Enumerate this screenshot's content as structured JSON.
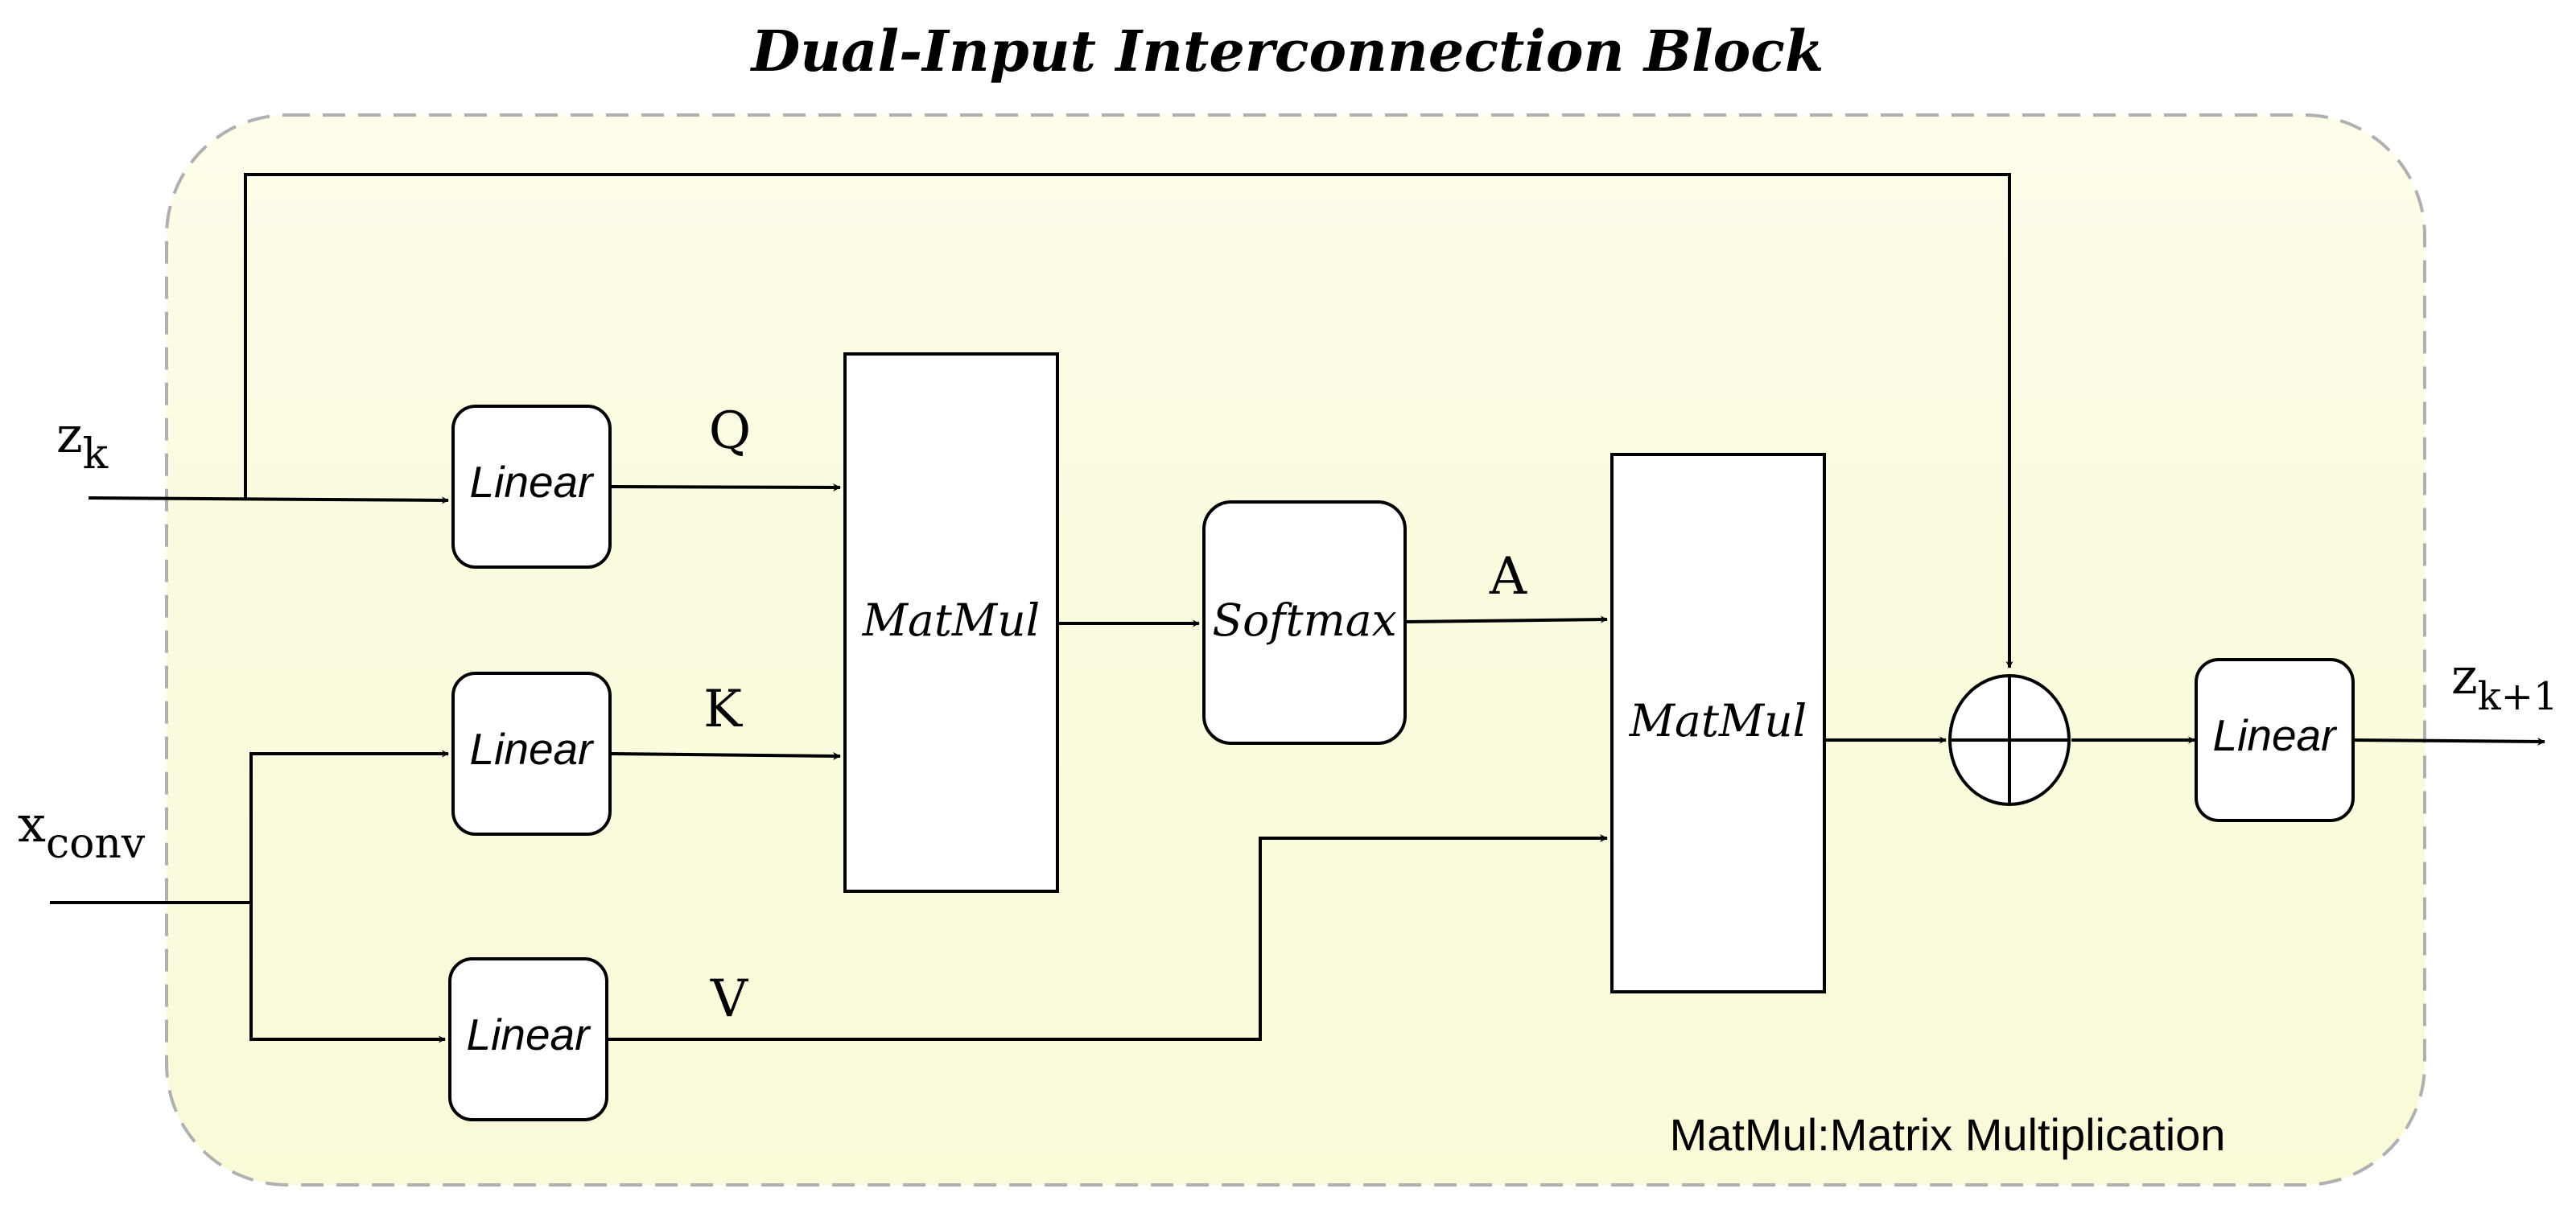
{
  "title": "Dual-Input Interconnection Block",
  "inputs": {
    "z": {
      "base": "z",
      "sub": "k"
    },
    "x": {
      "base": "x",
      "sub": "conv"
    }
  },
  "output": {
    "base": "z",
    "sub": "k+1"
  },
  "blocks": {
    "linear_q": "Linear",
    "linear_k": "Linear",
    "linear_v": "Linear",
    "matmul_1": "MatMul",
    "softmax": "Softmax",
    "matmul_2": "MatMul",
    "linear_out": "Linear"
  },
  "edge_labels": {
    "q": "Q",
    "k": "K",
    "v": "V",
    "a": "A"
  },
  "note": "MatMul:Matrix Multiplication",
  "colors": {
    "panel_fill": "#fdfde3",
    "panel_border": "#b0b0b0",
    "stroke": "#000000",
    "box_fill": "#ffffff"
  }
}
